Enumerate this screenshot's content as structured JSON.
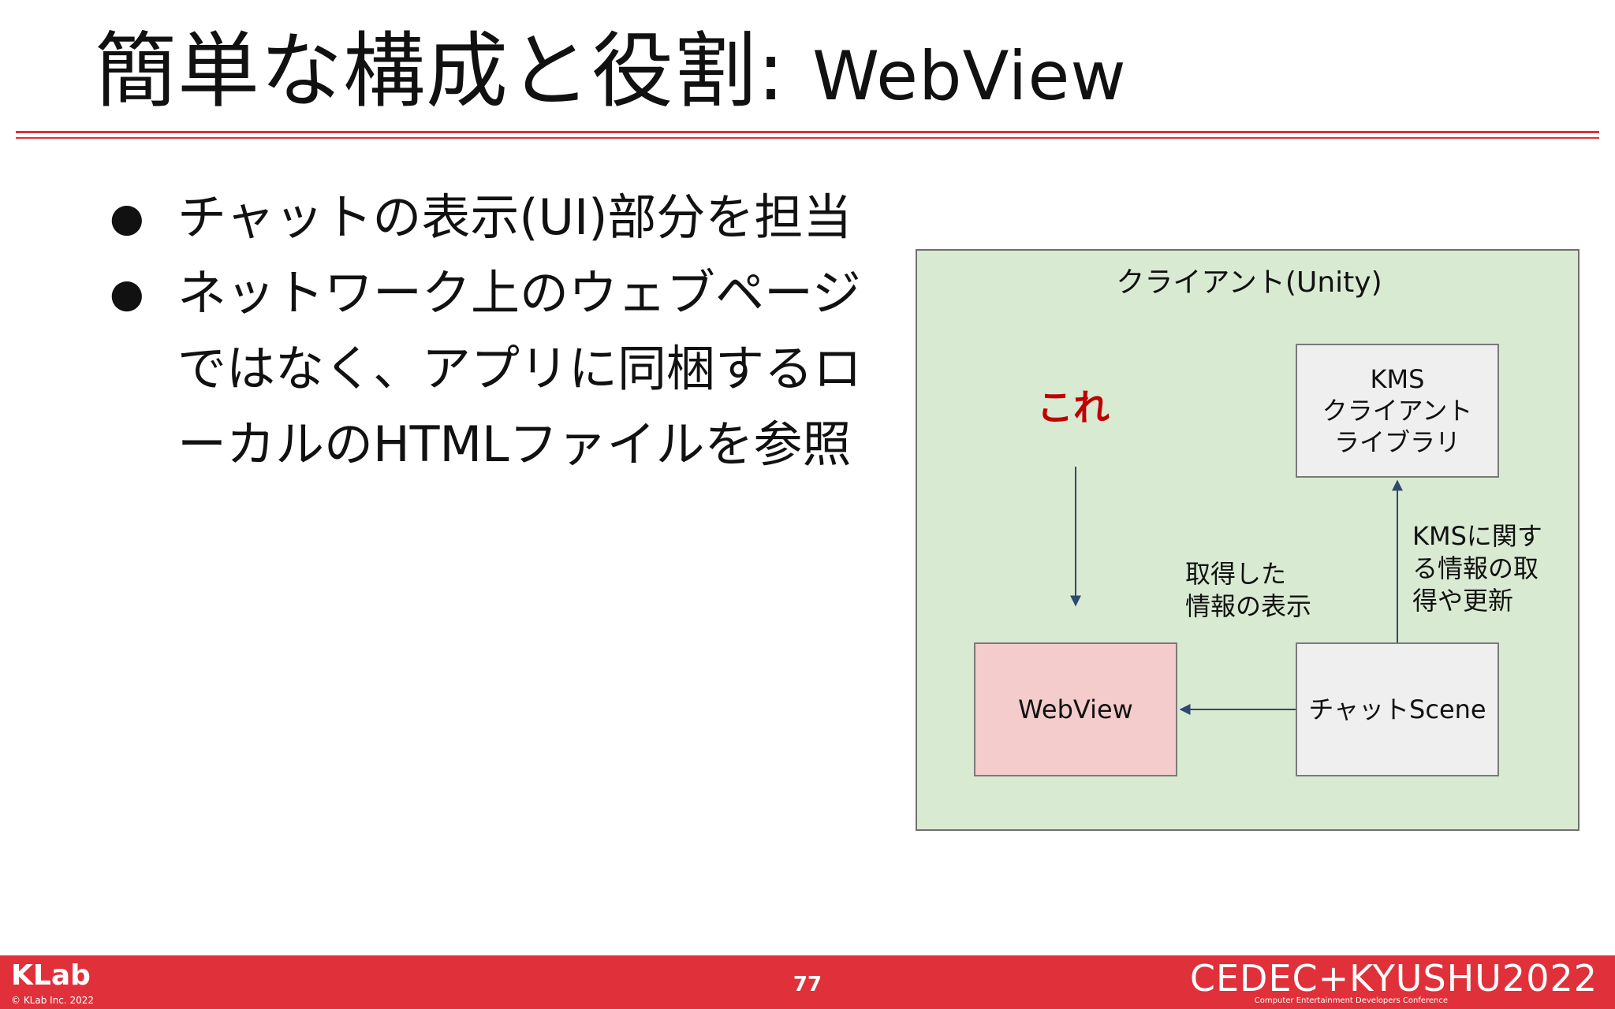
{
  "slide": {
    "title_ja": "簡単な構成と役割:",
    "title_en": "WebView",
    "bullets": [
      "チャットの表示(UI)部分を担当",
      "ネットワーク上のウェブページではなく、アプリに同梱するローカルのHTMLファイルを参照"
    ],
    "bullet_symbol": "●"
  },
  "diagram": {
    "container_label": "クライアント(Unity)",
    "highlight_label": "これ",
    "highlight_color": "#c00000",
    "kms_box": "KMS\nクライアント\nライブラリ",
    "webview_box": "WebView",
    "chat_box": "チャットScene",
    "label_display": "取得した\n情報の表示",
    "label_kms": "KMSに関す\nる情報の取\n得や更新"
  },
  "footer": {
    "company_logo": "KLab",
    "copyright": "© KLab Inc. 2022",
    "page_number": "77",
    "event_logo": "CEDEC+KYUSHU2022",
    "event_tagline": "Computer Entertainment Developers Conference",
    "accent_color": "#e0313b"
  }
}
